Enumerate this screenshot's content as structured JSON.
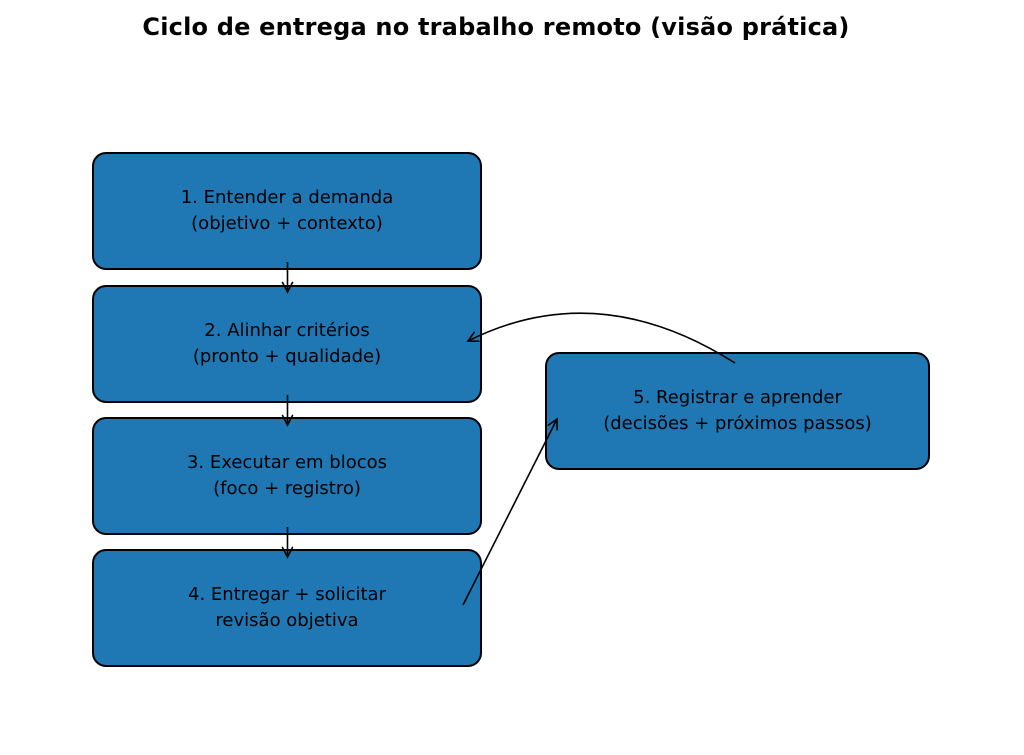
{
  "title": "Ciclo de entrega no trabalho remoto (visão prática)",
  "colors": {
    "node_fill": "#1f77b4",
    "node_border": "#000000",
    "arrow": "#000000",
    "background": "#ffffff",
    "text": "#000000"
  },
  "nodes": [
    {
      "id": "step-1",
      "lines": [
        "1. Entender a demanda",
        "(objetivo + contexto)"
      ]
    },
    {
      "id": "step-2",
      "lines": [
        "2. Alinhar critérios",
        "(pronto + qualidade)"
      ]
    },
    {
      "id": "step-3",
      "lines": [
        "3. Executar em blocos",
        "(foco + registro)"
      ]
    },
    {
      "id": "step-4",
      "lines": [
        "4. Entregar + solicitar",
        "revisão objetiva"
      ]
    },
    {
      "id": "step-5",
      "lines": [
        "5. Registrar e aprender",
        "(decisões + próximos passos)"
      ]
    }
  ],
  "edges": [
    {
      "from": "step-1",
      "to": "step-2",
      "style": "straight-down"
    },
    {
      "from": "step-2",
      "to": "step-3",
      "style": "straight-down"
    },
    {
      "from": "step-3",
      "to": "step-4",
      "style": "straight-down"
    },
    {
      "from": "step-4",
      "to": "step-5",
      "style": "straight-diagonal"
    },
    {
      "from": "step-5",
      "to": "step-2",
      "style": "curved"
    }
  ]
}
